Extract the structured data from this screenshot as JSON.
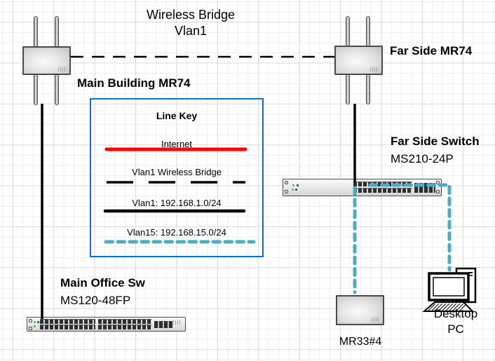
{
  "title": {
    "line1": "Wireless Bridge",
    "line2": "Vlan1"
  },
  "labels": {
    "main_ap": "Main Building MR74",
    "far_ap": "Far Side MR74",
    "far_switch_name": "Far Side Switch",
    "far_switch_model": "MS210-24P",
    "main_switch_name": "Main Office Sw",
    "main_switch_model": "MS120-48FP",
    "mr33": "MR33#4",
    "pc_line1": "Desktop",
    "pc_line2": "PC"
  },
  "legend": {
    "title": "Line Key",
    "entries": [
      {
        "label": "Internet",
        "line_style": "solid",
        "color": "#ff0000"
      },
      {
        "label": "Vlan1 Wireless Bridge",
        "line_style": "long-dash",
        "color": "#000000"
      },
      {
        "label": "Vlan1: 192.168.1.0/24",
        "line_style": "solid",
        "color": "#000000"
      },
      {
        "label": "Vlan15: 192.168.15.0/24",
        "line_style": "dash",
        "color": "#4bacc6"
      }
    ]
  },
  "colors": {
    "internet": "#ff0000",
    "vlan1": "#000000",
    "vlan1_bridge": "#000000",
    "vlan15": "#4bacc6",
    "legend_border": "#0f6fc6"
  }
}
